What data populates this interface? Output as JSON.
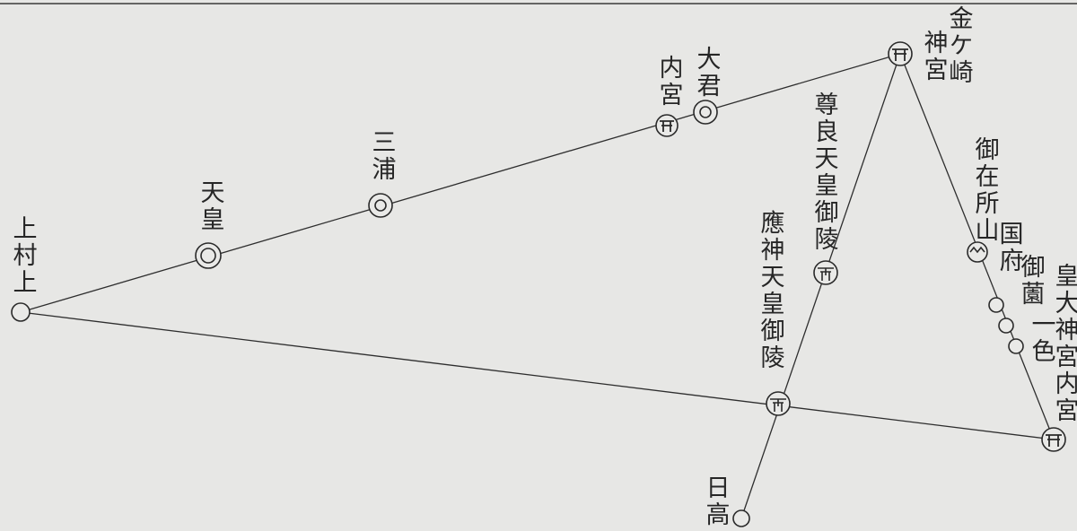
{
  "labels": {
    "kamimurakami": "上村上",
    "tenno": "天皇",
    "miura": "三浦",
    "naiku_left": "内宮",
    "okimi": "大君",
    "kanegasaki": "金ケ崎",
    "kanegasaki_jingu": "神宮",
    "takara_tenno_goryo": "尊良天皇御陵",
    "ojin_tenno_goryo": "應神天皇御陵",
    "gozaishoyama": "御在所山",
    "kokufu": "国府",
    "misono": "御薗",
    "isshiki": "一色",
    "kotaijingu_naiku": "皇大神宮内宮",
    "hidaka": "日高"
  }
}
